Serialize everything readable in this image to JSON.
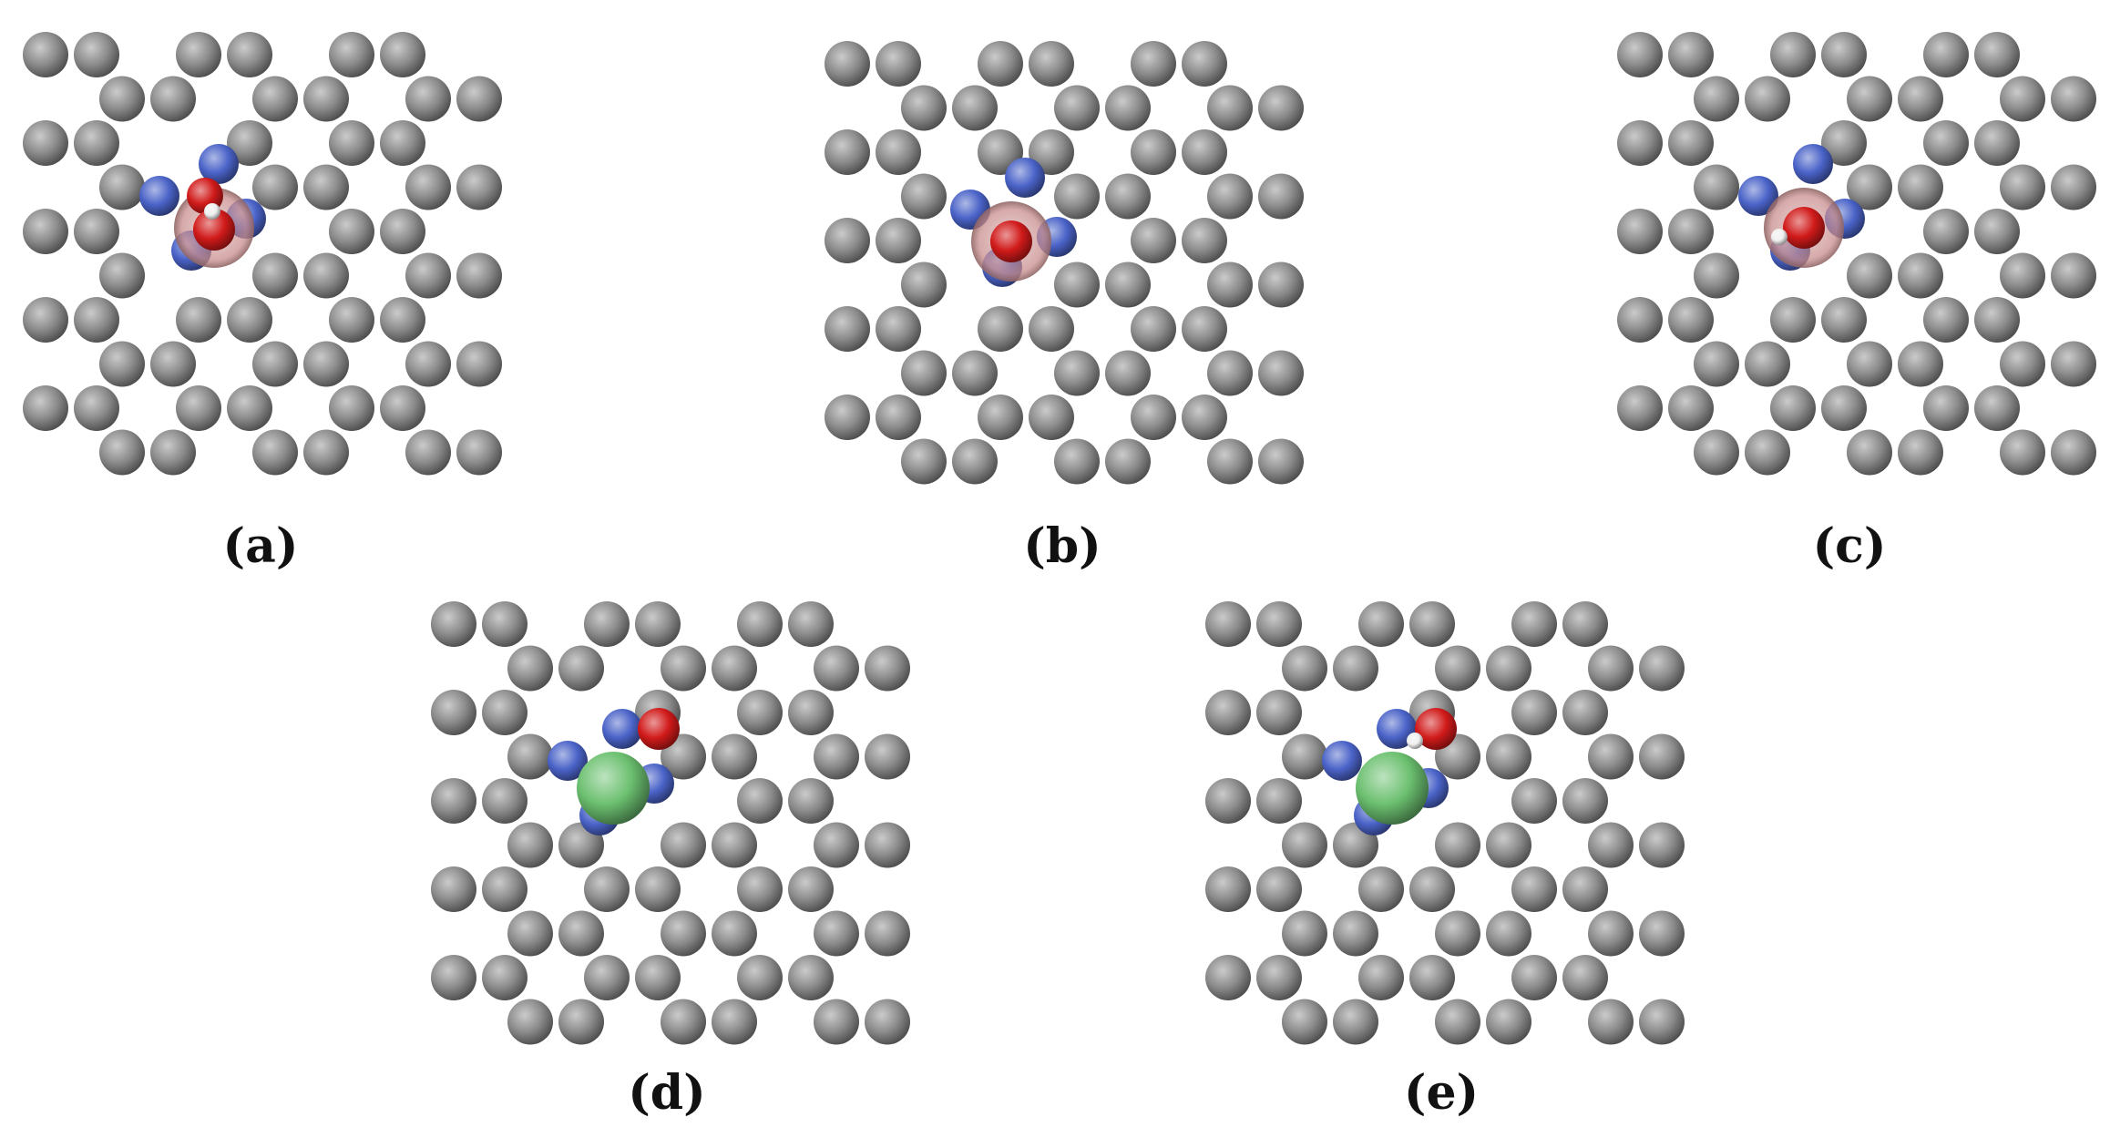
{
  "colors": {
    "background": "#ffffff",
    "metal_atom": "#8c8c8c",
    "nitrogen_atom": "#4a63c8",
    "oxygen_atom": "#d11a1a",
    "hydrogen_atom": "#f0f0f0",
    "dopant_atom": "#6cc070",
    "adsorbate_halo": "#c98d8d",
    "label_text": "#111111"
  },
  "panels": [
    {
      "id": "a",
      "label": "(a)",
      "species": "two oxygen atoms and one hydrogen, tilted pair",
      "dopant": false
    },
    {
      "id": "b",
      "label": "(b)",
      "species": "single oxygen atom",
      "dopant": false
    },
    {
      "id": "c",
      "label": "(c)",
      "species": "oxygen atom with hydrogen",
      "dopant": false
    },
    {
      "id": "d",
      "label": "(d)",
      "species": "oxygen atom beside central dopant",
      "dopant": true
    },
    {
      "id": "e",
      "label": "(e)",
      "species": "oxygen atom with hydrogen beside central dopant",
      "dopant": true
    }
  ]
}
